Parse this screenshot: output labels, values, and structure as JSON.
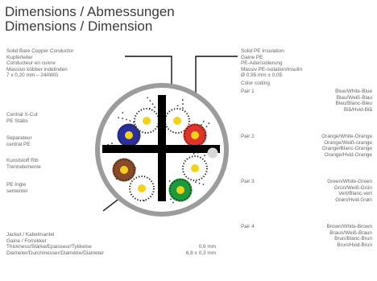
{
  "title_line1": "Dimensions / Abmessungen",
  "title_line2": "Dimensions / Dimension",
  "conductor": {
    "lines": [
      "Solid Bare Copper Conductor",
      "Kupferleiter",
      "Conducteur en cuivre",
      "Massivo köbber indelinden",
      "7 x 0,20 mm – 24AWG"
    ]
  },
  "cross_insulator": {
    "lines": [
      "Central X-Cut",
      "PE Stabs"
    ]
  },
  "separator": {
    "lines": [
      "Separateur",
      "central PE"
    ]
  },
  "separator_plate": {
    "lines": [
      "Kunststoff Rib",
      "Trennelemente"
    ]
  },
  "pe_stripe": {
    "lines": [
      "PE Ingle",
      "sementer"
    ]
  },
  "jacket": {
    "lines": [
      "Jacket / Kabelmantel",
      "Gaine / Forrekker"
    ],
    "rows": [
      {
        "label": "Thickness/Stärke/Epaisseur/Tykkelse",
        "value": "0,6 mm"
      },
      {
        "label": "Diameter/Durchmesser/Diamètre/Diameter",
        "value": "6,8 ± 0,3 mm"
      }
    ]
  },
  "insulation": {
    "lines": [
      "Solid PE Insulation",
      "Gaine PE",
      "PE-Aderisolierung",
      "Massiv PE-isolation/Insulin",
      "Ø 0,95 mm ± 0,05"
    ]
  },
  "color_coding": {
    "heading": "Color coding",
    "pairs": [
      {
        "label": "Pair 1",
        "lines": [
          "Blue/White-Blue",
          "Blau/Weiß-Blau",
          "Bleu/Blanc-Bleu",
          "Blå/Hvid-Blå"
        ]
      },
      {
        "label": "Pair 2",
        "lines": [
          "Orange/White-Orange",
          "Orange/Weiß-orange",
          "Orange/Blanc-Orange",
          "Orange/Hvid-Orange"
        ]
      },
      {
        "label": "Pair 3",
        "lines": [
          "Green/White-Green",
          "Grün/Weiß-Grün",
          "Vert/Blanc-vert",
          "Grøn/Hvid-Grøn"
        ]
      },
      {
        "label": "Pair 4",
        "lines": [
          "Brown/White-Brown",
          "Braun/Weiß-Braun",
          "Brun/Blanc-Brun",
          "Brun/Hvid-Brun"
        ]
      }
    ]
  },
  "colors": {
    "blue": "#2b2f9e",
    "orange": "#dd4a28",
    "green": "#1e9a3a",
    "brown": "#8a4a28",
    "red": "#e0332a",
    "yellow": "#f3d21a",
    "jacket": "#9c9c9c",
    "core": "#ffffff"
  }
}
